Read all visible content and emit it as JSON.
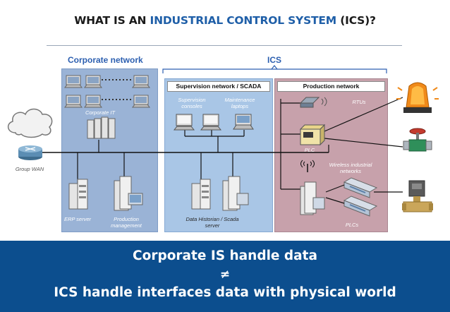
{
  "title": {
    "prefix": "WHAT IS AN ",
    "highlight": "INDUSTRIAL CONTROL SYSTEM",
    "suffix": " (ICS)?"
  },
  "zones": {
    "corporate_network": "Corporate network",
    "ics": "ICS"
  },
  "panels": {
    "supervision": "Supervision network / SCADA",
    "production": "Production network"
  },
  "labels": {
    "corporate_it": "Corporate IT",
    "group_wan": "Group WAN",
    "erp_server": "ERP server",
    "production_management_1": "Production",
    "production_management_2": "management",
    "supervision_consoles_1": "Supervision",
    "supervision_consoles_2": "consoles",
    "maintenance_laptops_1": "Maintenance",
    "maintenance_laptops_2": "laptops",
    "data_historian_1": "Data Historian / Scada",
    "data_historian_2": "server",
    "rtus": "RTUs",
    "plc": "PLC",
    "wireless_1": "Wireless industrial",
    "wireless_2": "networks",
    "plcs": "PLCs"
  },
  "banner": {
    "line1": "Corporate IS handle data",
    "line2": "≠",
    "line3": "ICS handle interfaces data with physical world"
  },
  "colors": {
    "title_highlight": "#1f5fa8",
    "banner_bg": "#0c4e8e",
    "corporate_panel": "#9ab3d6",
    "scada_panel": "#a9c6e6",
    "production_panel": "#c7a1ab"
  }
}
